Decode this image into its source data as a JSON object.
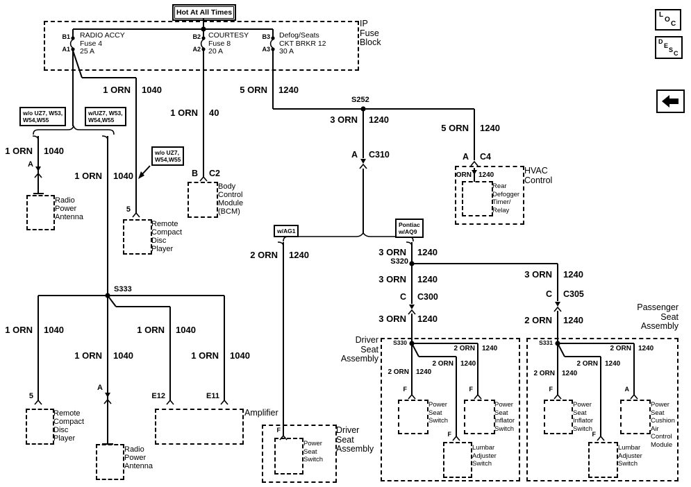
{
  "banner": {
    "text": "Hot At All Times"
  },
  "viewer_buttons": {
    "loc_letters": [
      "L",
      "O",
      "C"
    ],
    "desc_letters": [
      "D",
      "E",
      "S",
      "C"
    ],
    "back": "left-arrow"
  },
  "colors": {
    "ink": "#000000",
    "background": "#ffffff"
  },
  "fuse_block": {
    "title_lines": [
      "IP",
      "Fuse",
      "Block"
    ],
    "fuses": [
      {
        "top_pin": "B1",
        "bottom_pin": "A1",
        "name": "RADIO ACCY",
        "id": "Fuse 4",
        "rating": "25 A"
      },
      {
        "top_pin": "B2",
        "bottom_pin": "A2",
        "name": "COURTESY",
        "id": "Fuse 8",
        "rating": "20 A"
      },
      {
        "top_pin": "B3",
        "bottom_pin": "A3",
        "name": "Defog/Seats",
        "id": "CKT BRKR 12",
        "rating": "30 A"
      }
    ]
  },
  "splices": {
    "s252": "S252",
    "s320": "S320",
    "s330": "S330",
    "s331": "S331",
    "s333": "S333"
  },
  "connectors": {
    "c2": {
      "pin": "B",
      "name": "C2"
    },
    "c310": {
      "pin": "A",
      "name": "C310"
    },
    "c4": {
      "pin": "A",
      "name": "C4"
    },
    "c300": {
      "pin": "C",
      "name": "C300"
    },
    "c305": {
      "pin": "C",
      "name": "C305"
    }
  },
  "pin_labels": [
    {
      "text": "A"
    },
    {
      "text": "5"
    },
    {
      "text": "5"
    },
    {
      "text": "A"
    },
    {
      "text": "E12"
    },
    {
      "text": "E11"
    },
    {
      "text": "F"
    },
    {
      "text": "F"
    },
    {
      "text": "F"
    },
    {
      "text": "F"
    },
    {
      "text": "F"
    },
    {
      "text": "A"
    },
    {
      "text": "F"
    }
  ],
  "wire_labels": [
    {
      "color": "1 ORN",
      "circuit": "1040"
    },
    {
      "color": "1 ORN",
      "circuit": "40"
    },
    {
      "color": "5 ORN",
      "circuit": "1240"
    },
    {
      "color": "3 ORN",
      "circuit": "1240"
    },
    {
      "color": "5 ORN",
      "circuit": "1240"
    },
    {
      "color": "ORN",
      "circuit": "1240"
    },
    {
      "color": "1 ORN",
      "circuit": "1040"
    },
    {
      "color": "1 ORN",
      "circuit": "1040"
    },
    {
      "color": "2 ORN",
      "circuit": "1240"
    },
    {
      "color": "3 ORN",
      "circuit": "1240"
    },
    {
      "color": "3 ORN",
      "circuit": "1240"
    },
    {
      "color": "3 ORN",
      "circuit": "1240"
    },
    {
      "color": "3 ORN",
      "circuit": "1240"
    },
    {
      "color": "2 ORN",
      "circuit": "1240"
    },
    {
      "color": "1 ORN",
      "circuit": "1040"
    },
    {
      "color": "1 ORN",
      "circuit": "1040"
    },
    {
      "color": "1 ORN",
      "circuit": "1040"
    },
    {
      "color": "1 ORN",
      "circuit": "1040"
    },
    {
      "color": "2 ORN",
      "circuit": "1240"
    },
    {
      "color": "2 ORN",
      "circuit": "1240"
    },
    {
      "color": "2 ORN",
      "circuit": "1240"
    },
    {
      "color": "2 ORN",
      "circuit": "1240"
    },
    {
      "color": "2 ORN",
      "circuit": "1240"
    },
    {
      "color": "2 ORN",
      "circuit": "1240"
    }
  ],
  "option_tags": [
    {
      "lines": [
        "w/o UZ7, W53,",
        "W54,W55"
      ]
    },
    {
      "lines": [
        "w/UZ7, W53,",
        "W54,W55"
      ]
    },
    {
      "lines": [
        "w/o UZ7,",
        "W54,W55"
      ]
    },
    {
      "lines": [
        "w/AG1"
      ]
    },
    {
      "lines": [
        "Pontiac",
        "w/AQ9"
      ]
    }
  ],
  "components": {
    "radio_power_antenna_upper": [
      "Radio",
      "Power",
      "Antenna"
    ],
    "remote_cd_upper": [
      "Remote",
      "Compact",
      "Disc",
      "Player"
    ],
    "bcm": [
      "Body",
      "Control",
      "Module",
      "(BCM)"
    ],
    "hvac_title": [
      "HVAC",
      "Control"
    ],
    "rear_defogger": [
      "Rear",
      "Defogger",
      "Timer/",
      "Relay"
    ],
    "remote_cd_lower": [
      "Remote",
      "Compact",
      "Disc",
      "Player"
    ],
    "radio_power_antenna_lower": [
      "Radio",
      "Power",
      "Antenna"
    ],
    "amplifier": [
      "Amplifier"
    ],
    "driver_seat_small_title": [
      "Driver",
      "Seat",
      "Assembly"
    ],
    "power_seat_switch_small": [
      "Power",
      "Seat",
      "Switch"
    ],
    "driver_seat_title": [
      "Driver",
      "Seat",
      "Assembly"
    ],
    "passenger_seat_title": [
      "Passenger",
      "Seat",
      "Assembly"
    ],
    "driver_power_seat_switch": [
      "Power",
      "Seat",
      "Switch"
    ],
    "driver_power_seat_inflator_switch": [
      "Power",
      "Seat",
      "Inflator",
      "Switch"
    ],
    "driver_lumbar_adjuster_switch": [
      "Lumbar",
      "Adjuster",
      "Switch"
    ],
    "passenger_power_seat_inflator_switch": [
      "Power",
      "Seat",
      "Inflator",
      "Switch"
    ],
    "passenger_seat_cushion_module": [
      "Power",
      "Seat",
      "Cushion",
      "Air",
      "Control",
      "Module"
    ],
    "passenger_lumbar_adjuster_switch": [
      "Lumbar",
      "Adjuster",
      "Switch"
    ]
  }
}
